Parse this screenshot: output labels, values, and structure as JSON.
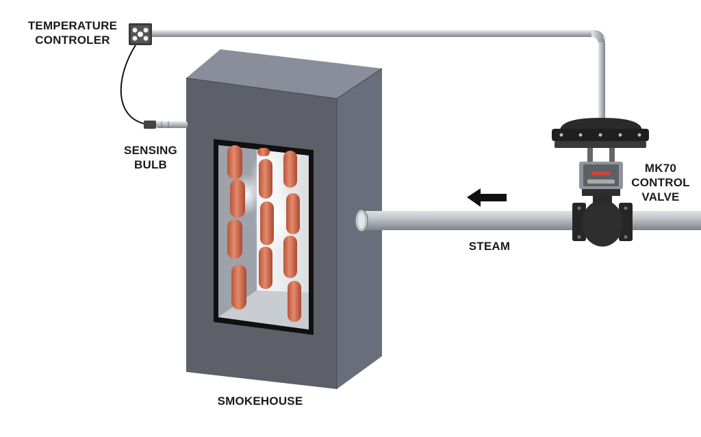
{
  "labels": {
    "temperature_controller": {
      "line1": "TEMPERATURE",
      "line2": "CONTROLER"
    },
    "sensing_bulb": {
      "line1": "SENSING",
      "line2": "BULB"
    },
    "control_valve": {
      "line1": "MK70",
      "line2": "CONTROL",
      "line3": "VALVE"
    },
    "steam": "STEAM",
    "smokehouse": "SMOKEHOUSE"
  },
  "colors": {
    "smokehouse_front": "#5e6068",
    "smokehouse_side": "#6e7280",
    "smokehouse_top": "#868a96",
    "pipe": "#a9aeb6",
    "sausage": "#d8755a",
    "valve_body": "#2a2a2a",
    "arrow": "#111111"
  },
  "icons": {
    "flow_direction": "arrow-left-icon"
  }
}
